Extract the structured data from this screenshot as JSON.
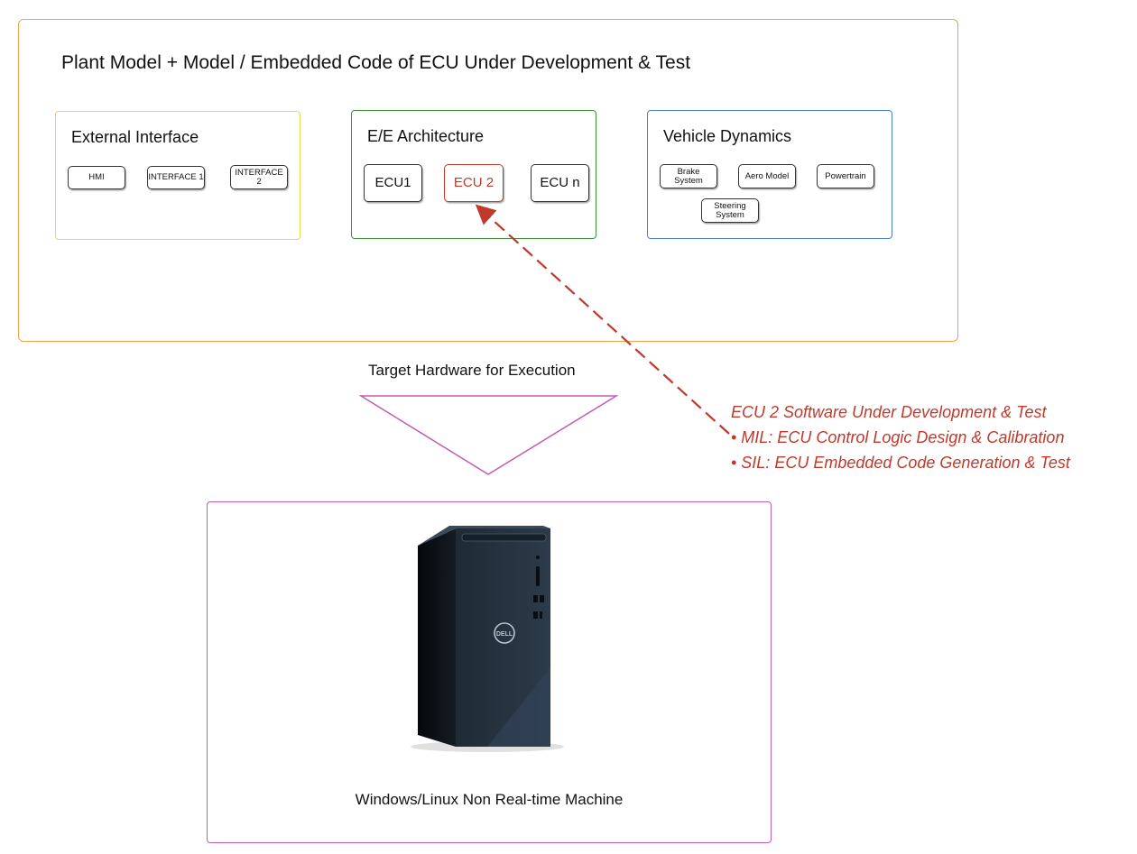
{
  "main_title": "Plant Model + Model / Embedded Code of ECU Under Development & Test",
  "groups": {
    "external_interface": {
      "title": "External Interface",
      "items": [
        "HMI",
        "INTERFACE 1",
        "INTERFACE\n2"
      ]
    },
    "ee_architecture": {
      "title": "E/E Architecture",
      "items": [
        "ECU1",
        "ECU 2",
        "ECU n"
      ]
    },
    "vehicle_dynamics": {
      "title": "Vehicle Dynamics",
      "items": [
        "Brake\nSystem",
        "Aero Model",
        "Powertrain",
        "Steering\nSystem"
      ]
    }
  },
  "target_label": "Target Hardware for Execution",
  "annotation": {
    "heading": "ECU 2 Software Under Development & Test",
    "bullets": [
      "• MIL:  ECU Control Logic Design & Calibration",
      "• SIL: ECU Embedded Code Generation & Test"
    ]
  },
  "hardware_label": "Windows/Linux Non Real-time Machine",
  "logo_text": "DELL",
  "colors": {
    "outer_border": "#f0a24a",
    "external_border": "#f2d64a",
    "ee_border": "#3a8f3a",
    "vehicle_border": "#4a82c8",
    "highlight": "#c0392b",
    "target_border": "#c45ab5"
  }
}
